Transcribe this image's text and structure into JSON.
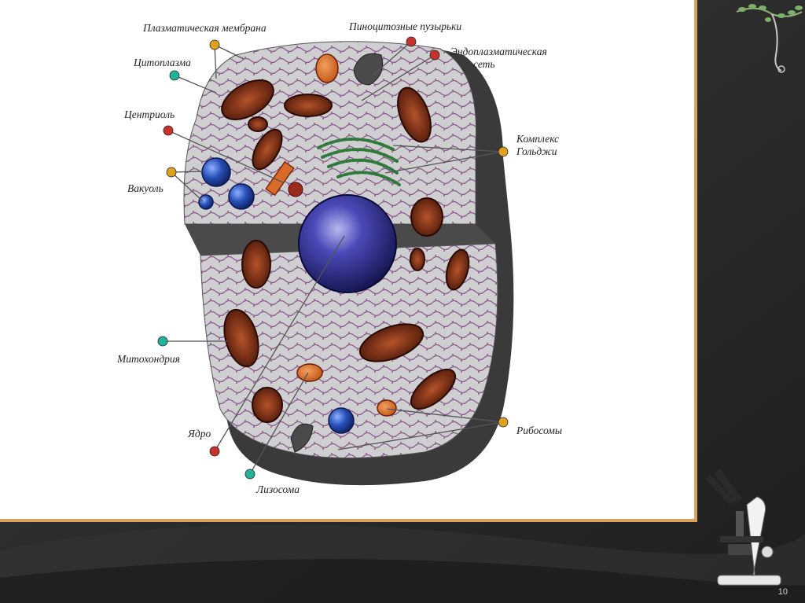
{
  "slide": {
    "page_number": "10"
  },
  "labels": {
    "plasma_membrane": "Плазматическая мембрана",
    "pinocytic_vesicles": "Пиноцитозные пузырьки",
    "endoplasmic_reticulum_1": "Эндоплазматическая",
    "endoplasmic_reticulum_2": "сеть",
    "cytoplasm": "Цитоплазма",
    "centriole": "Центриоль",
    "golgi_1": "Комплекс",
    "golgi_2": "Гольджи",
    "vacuole": "Вакуоль",
    "mitochondria": "Митохондрия",
    "nucleus": "Ядро",
    "ribosomes": "Рибосомы",
    "lysosome": "Лизосома"
  },
  "colors": {
    "panel_border": "#d9a35a",
    "background": "#2b2b2b",
    "cytoplasm": "#cfcfd2",
    "er": "#8a5a8c",
    "mitochondria": "#6e2a12",
    "nucleus": "#3a3aa0",
    "vacuole": "#2850b8",
    "golgi": "#2f7a3a",
    "cell_shadow": "#3a3a3a"
  },
  "icons": [
    "tree-branch-icon",
    "microscope-icon"
  ]
}
